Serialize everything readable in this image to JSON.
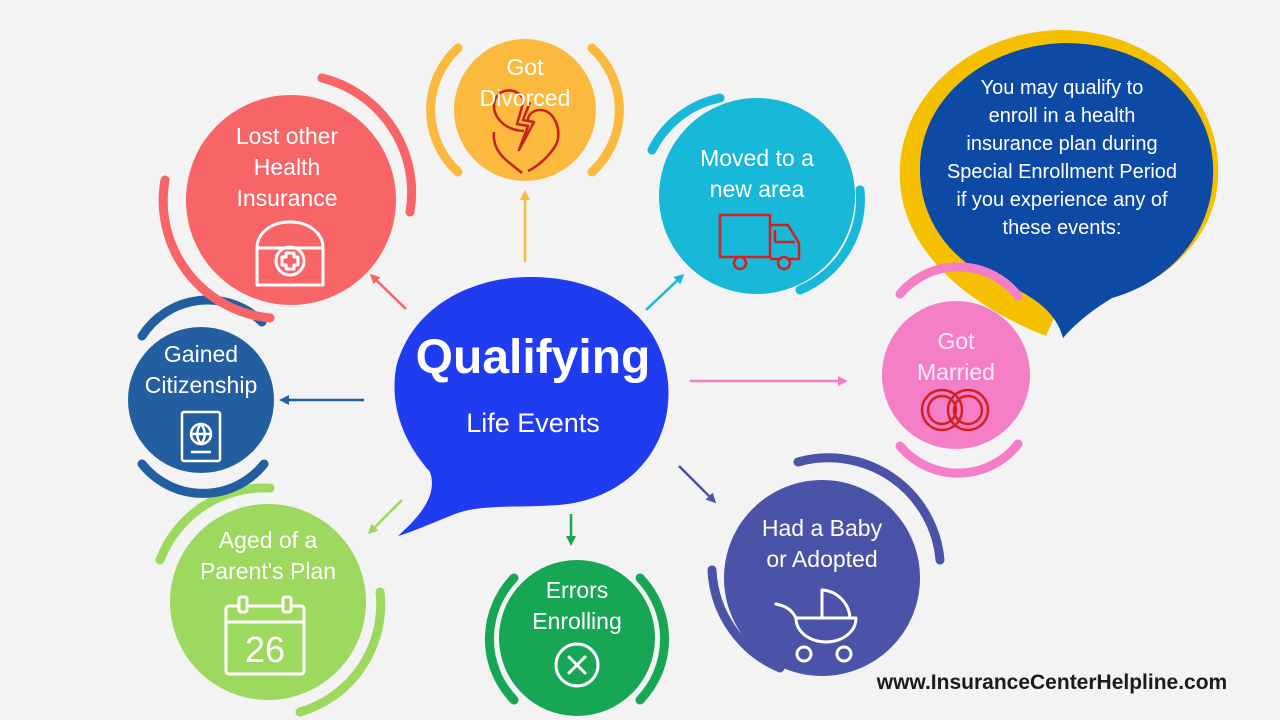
{
  "center": {
    "title": "Qualifying",
    "subtitle": "Life Events",
    "color": "#1f3cf0"
  },
  "info": {
    "lines": [
      "You may qualify to",
      "enroll in a health",
      "insurance plan during",
      "Special Enrollment Period",
      "if you experience any of",
      "these events:"
    ],
    "color": "#0d4aa6",
    "accent": "#f5c000"
  },
  "events": [
    {
      "id": "divorced",
      "lines": [
        "Got",
        "Divorced"
      ],
      "color": "#fbb93e",
      "icon": "broken-heart-icon"
    },
    {
      "id": "moved",
      "lines": [
        "Moved to a",
        "new area"
      ],
      "color": "#17b8d8",
      "icon": "truck-icon"
    },
    {
      "id": "married",
      "lines": [
        "Got",
        "Married"
      ],
      "color": "#f57fc6",
      "icon": "rings-icon"
    },
    {
      "id": "baby",
      "lines": [
        "Had a Baby",
        "or Adopted"
      ],
      "color": "#4a53a8",
      "icon": "stroller-icon"
    },
    {
      "id": "errors",
      "lines": [
        "Errors",
        "Enrolling"
      ],
      "color": "#17a653",
      "icon": "x-circle-icon"
    },
    {
      "id": "aged",
      "lines": [
        "Aged of a",
        "Parent's Plan"
      ],
      "color": "#9ed95f",
      "icon": "calendar-icon",
      "calendar_day": "26"
    },
    {
      "id": "citizenship",
      "lines": [
        "Gained",
        "Citizenship"
      ],
      "color": "#235ea0",
      "icon": "passport-icon"
    },
    {
      "id": "lost",
      "lines": [
        "Lost other",
        "Health",
        "Insurance"
      ],
      "color": "#f76567",
      "icon": "medical-kit-icon"
    }
  ],
  "website": "www.InsuranceCenterHelpline.com"
}
